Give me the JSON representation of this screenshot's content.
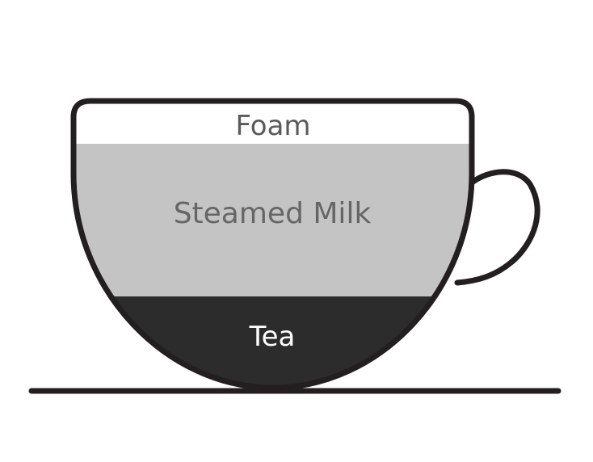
{
  "diagram": {
    "type": "layered-cup",
    "layers": [
      {
        "id": "foam",
        "label": "Foam",
        "fill": "#ffffff",
        "text_color": "#5a5a5a"
      },
      {
        "id": "steamed-milk",
        "label": "Steamed Milk",
        "fill": "#c4c4c4",
        "text_color": "#666666"
      },
      {
        "id": "tea",
        "label": "Tea",
        "fill": "#2c2c2c",
        "text_color": "#ffffff"
      }
    ],
    "outline_color": "#231f20",
    "background": "#ffffff"
  }
}
